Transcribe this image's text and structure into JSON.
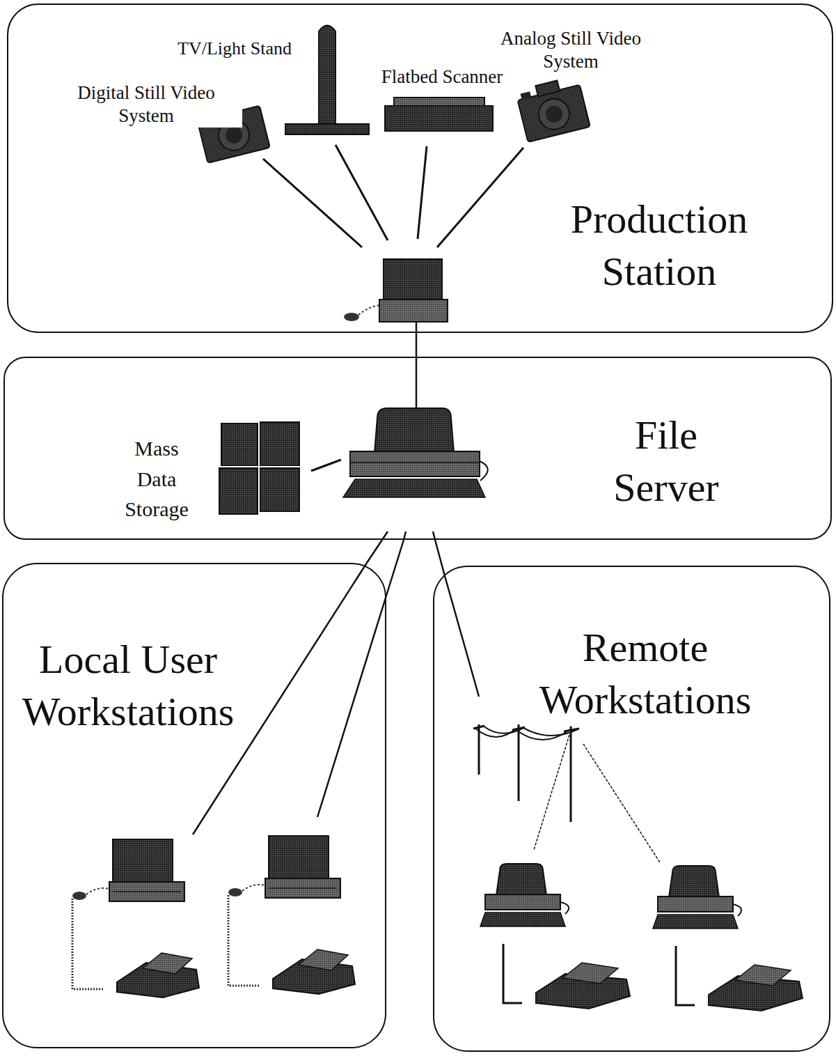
{
  "diagram": {
    "nodes": [
      {
        "text": [
          "Production Station"
        ]
      },
      {
        "text": [
          "File Server"
        ]
      },
      {
        "text": [
          "Local User Workstations"
        ]
      },
      {
        "text": [
          "Remote Workstations"
        ]
      }
    ],
    "edges": [
      {
        "from": 0,
        "to": 1,
        "arrow": "none"
      },
      {
        "from": 1,
        "to": 2,
        "arrow": "none"
      },
      {
        "from": 1,
        "to": 2,
        "arrow": "none"
      },
      {
        "from": 1,
        "to": 3,
        "arrow": "none"
      }
    ],
    "labels": [
      "Digital Still Video System",
      "TV/Light Stand",
      "Flatbed Scanner",
      "Analog Still Video System",
      "Mass Data Storage"
    ]
  }
}
